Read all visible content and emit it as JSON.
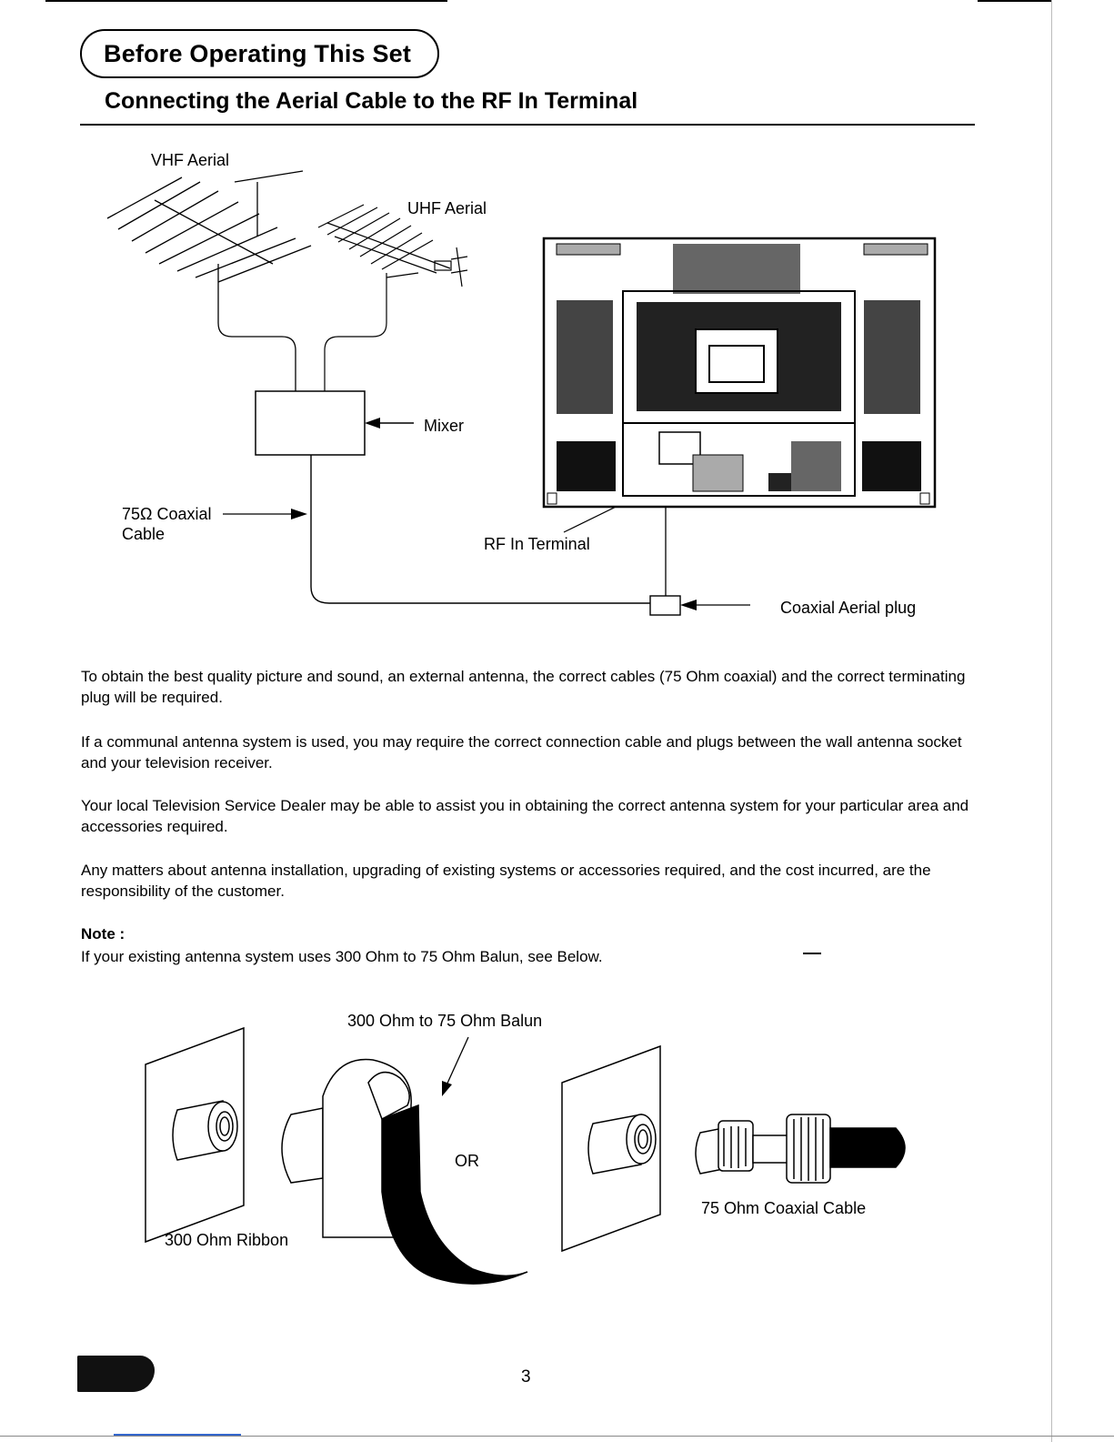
{
  "section_title": "Before Operating This Set",
  "heading": "Connecting the Aerial Cable to the RF In Terminal",
  "diagram1": {
    "vhf_label": "VHF Aerial",
    "uhf_label": "UHF Aerial",
    "mixer_label": "Mixer",
    "cable_label_line1": "75Ω Coaxial",
    "cable_label_line2": "Cable",
    "rf_label": "RF In Terminal",
    "plug_label": "Coaxial Aerial plug"
  },
  "paragraphs": [
    "To obtain the best quality picture and sound, an external antenna, the correct cables (75 Ohm coaxial) and the correct terminating plug will be required.",
    "If a communal antenna system is used, you may require the correct connection cable and plugs between the wall antenna socket and your television receiver.",
    "Your local Television Service Dealer may be able to assist you in obtaining the correct antenna system for your particular area and accessories required.",
    "Any matters about antenna installation, upgrading of existing systems or accessories required, and the cost incurred, are the responsibility of the customer."
  ],
  "note": {
    "title": "Note :",
    "text": "If your existing antenna system uses 300 Ohm to 75 Ohm Balun, see Below."
  },
  "diagram2": {
    "balun_label": "300 Ohm to 75 Ohm Balun",
    "or_label": "OR",
    "ribbon_label": "300 Ohm Ribbon",
    "coax_label": "75 Ohm Coaxial Cable"
  },
  "page_number": "3"
}
